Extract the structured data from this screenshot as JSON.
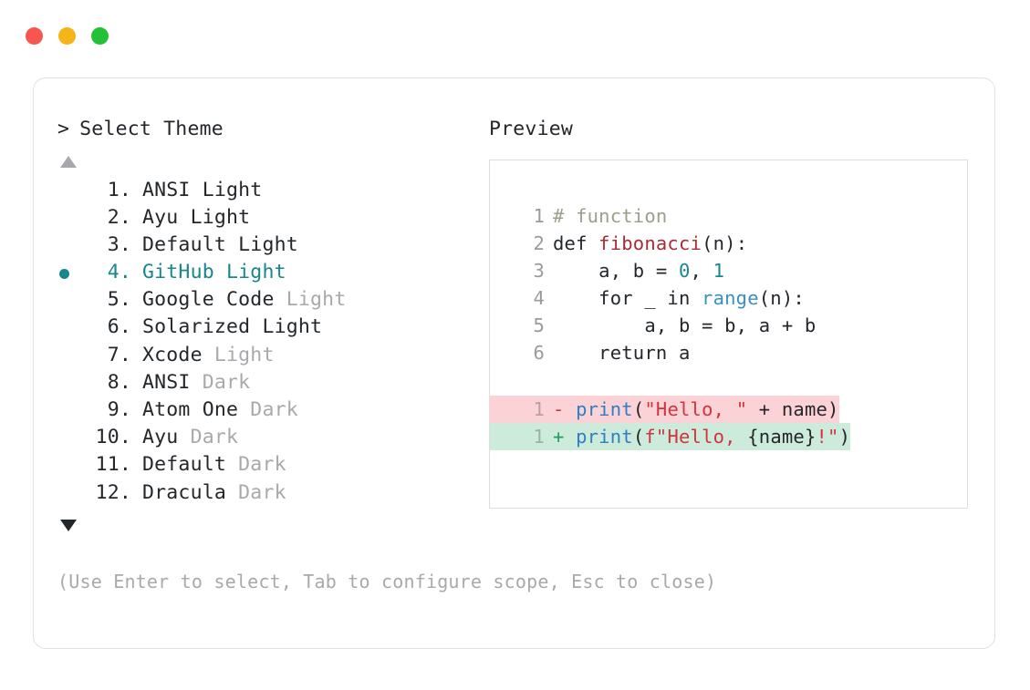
{
  "window": {
    "dots": [
      {
        "name": "close",
        "color": "#f6564f"
      },
      {
        "name": "minimize",
        "color": "#f5b417"
      },
      {
        "name": "maximize",
        "color": "#22c138"
      }
    ]
  },
  "prompt": {
    "caret": ">",
    "title": "Select Theme"
  },
  "scroll": {
    "up_arrow": "▲",
    "down_arrow": "▼"
  },
  "themes": {
    "selected_index": 4,
    "items": [
      {
        "index": "1.",
        "name": "ANSI",
        "suffix": "Light",
        "suffix_dim": false
      },
      {
        "index": "2.",
        "name": "Ayu",
        "suffix": "Light",
        "suffix_dim": false
      },
      {
        "index": "3.",
        "name": "Default",
        "suffix": "Light",
        "suffix_dim": false
      },
      {
        "index": "4.",
        "name": "GitHub",
        "suffix": "Light",
        "suffix_dim": false
      },
      {
        "index": "5.",
        "name": "Google Code",
        "suffix": "Light",
        "suffix_dim": true
      },
      {
        "index": "6.",
        "name": "Solarized",
        "suffix": "Light",
        "suffix_dim": false
      },
      {
        "index": "7.",
        "name": "Xcode",
        "suffix": "Light",
        "suffix_dim": true
      },
      {
        "index": "8.",
        "name": "ANSI",
        "suffix": "Dark",
        "suffix_dim": true
      },
      {
        "index": "9.",
        "name": "Atom One",
        "suffix": "Dark",
        "suffix_dim": true
      },
      {
        "index": "10.",
        "name": "Ayu",
        "suffix": "Dark",
        "suffix_dim": true
      },
      {
        "index": "11.",
        "name": "Default",
        "suffix": "Dark",
        "suffix_dim": true
      },
      {
        "index": "12.",
        "name": "Dracula",
        "suffix": "Dark",
        "suffix_dim": true
      }
    ]
  },
  "hint": "(Use Enter to select, Tab to configure scope, Esc to close)",
  "preview": {
    "label": "Preview",
    "lines": [
      {
        "num": "1",
        "tokens": [
          {
            "t": "# function",
            "c": "comment"
          }
        ]
      },
      {
        "num": "2",
        "tokens": [
          {
            "t": "def ",
            "c": "keyword"
          },
          {
            "t": "fibonacci",
            "c": "func"
          },
          {
            "t": "(n):",
            "c": "plain"
          }
        ]
      },
      {
        "num": "3",
        "tokens": [
          {
            "t": "    a, b = ",
            "c": "plain"
          },
          {
            "t": "0",
            "c": "number"
          },
          {
            "t": ", ",
            "c": "plain"
          },
          {
            "t": "1",
            "c": "number"
          }
        ]
      },
      {
        "num": "4",
        "tokens": [
          {
            "t": "    for _ in ",
            "c": "plain"
          },
          {
            "t": "range",
            "c": "builtin"
          },
          {
            "t": "(n):",
            "c": "plain"
          }
        ]
      },
      {
        "num": "5",
        "tokens": [
          {
            "t": "        a, b = b, a + b",
            "c": "plain"
          }
        ]
      },
      {
        "num": "6",
        "tokens": [
          {
            "t": "    return a",
            "c": "plain"
          }
        ]
      }
    ],
    "diff": [
      {
        "num": "1",
        "marker": "-",
        "kind": "removed",
        "bg": "#fbd2d5",
        "tokens": [
          {
            "t": "print",
            "c": "print"
          },
          {
            "t": "(",
            "c": "plain"
          },
          {
            "t": "\"Hello, \"",
            "c": "string"
          },
          {
            "t": " + name)",
            "c": "plain"
          }
        ]
      },
      {
        "num": "1",
        "marker": "+",
        "kind": "added",
        "bg": "#cdebda",
        "tokens": [
          {
            "t": "print",
            "c": "print"
          },
          {
            "t": "(",
            "c": "plain"
          },
          {
            "t": "f\"Hello, ",
            "c": "string"
          },
          {
            "t": "{name}",
            "c": "plain"
          },
          {
            "t": "!\"",
            "c": "string"
          },
          {
            "t": ")",
            "c": "plain"
          }
        ]
      }
    ]
  },
  "colors": {
    "accent_teal": "#17878a",
    "text": "#23272b",
    "dim": "#a9a9ad",
    "border": "#e2e2e4",
    "diff_removed_bg": "#fbd2d5",
    "diff_added_bg": "#cdebda"
  }
}
